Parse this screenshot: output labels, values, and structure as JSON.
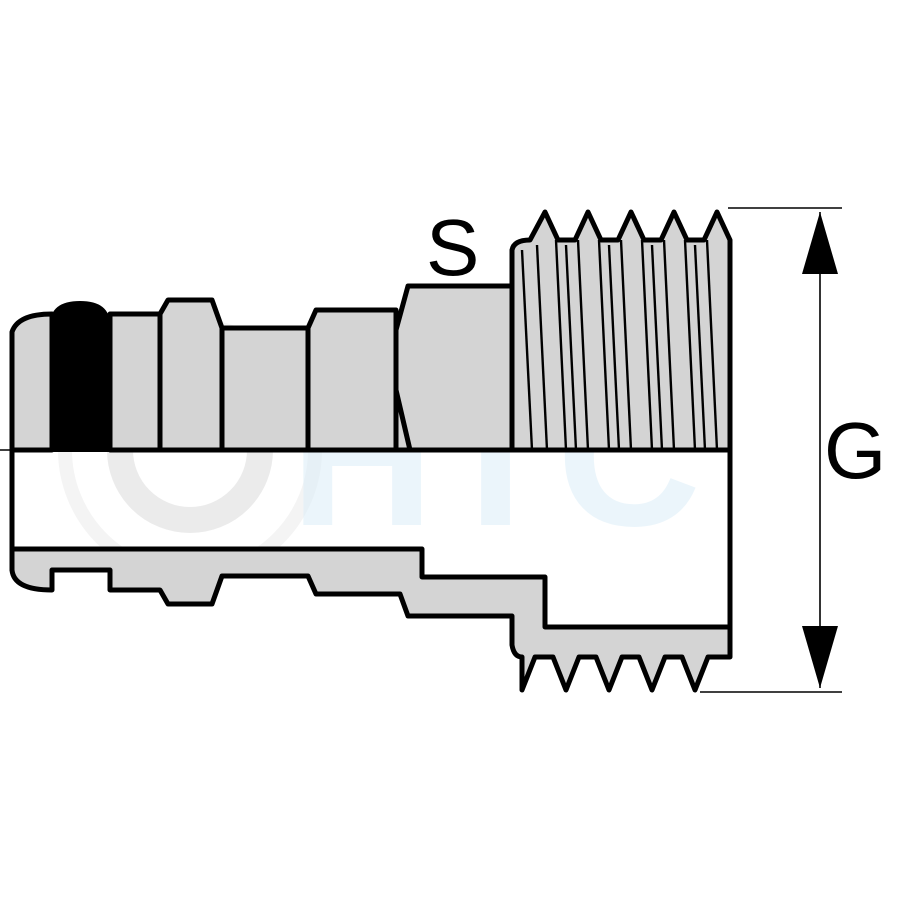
{
  "drawing": {
    "labels": {
      "wrench_size": "S",
      "thread_size": "G"
    },
    "watermark": {
      "text": "HTC"
    },
    "colors": {
      "body_fill": "#d4d4d4",
      "seal_fill": "#000000",
      "stroke": "#000000",
      "watermark": "#dceef8"
    }
  }
}
